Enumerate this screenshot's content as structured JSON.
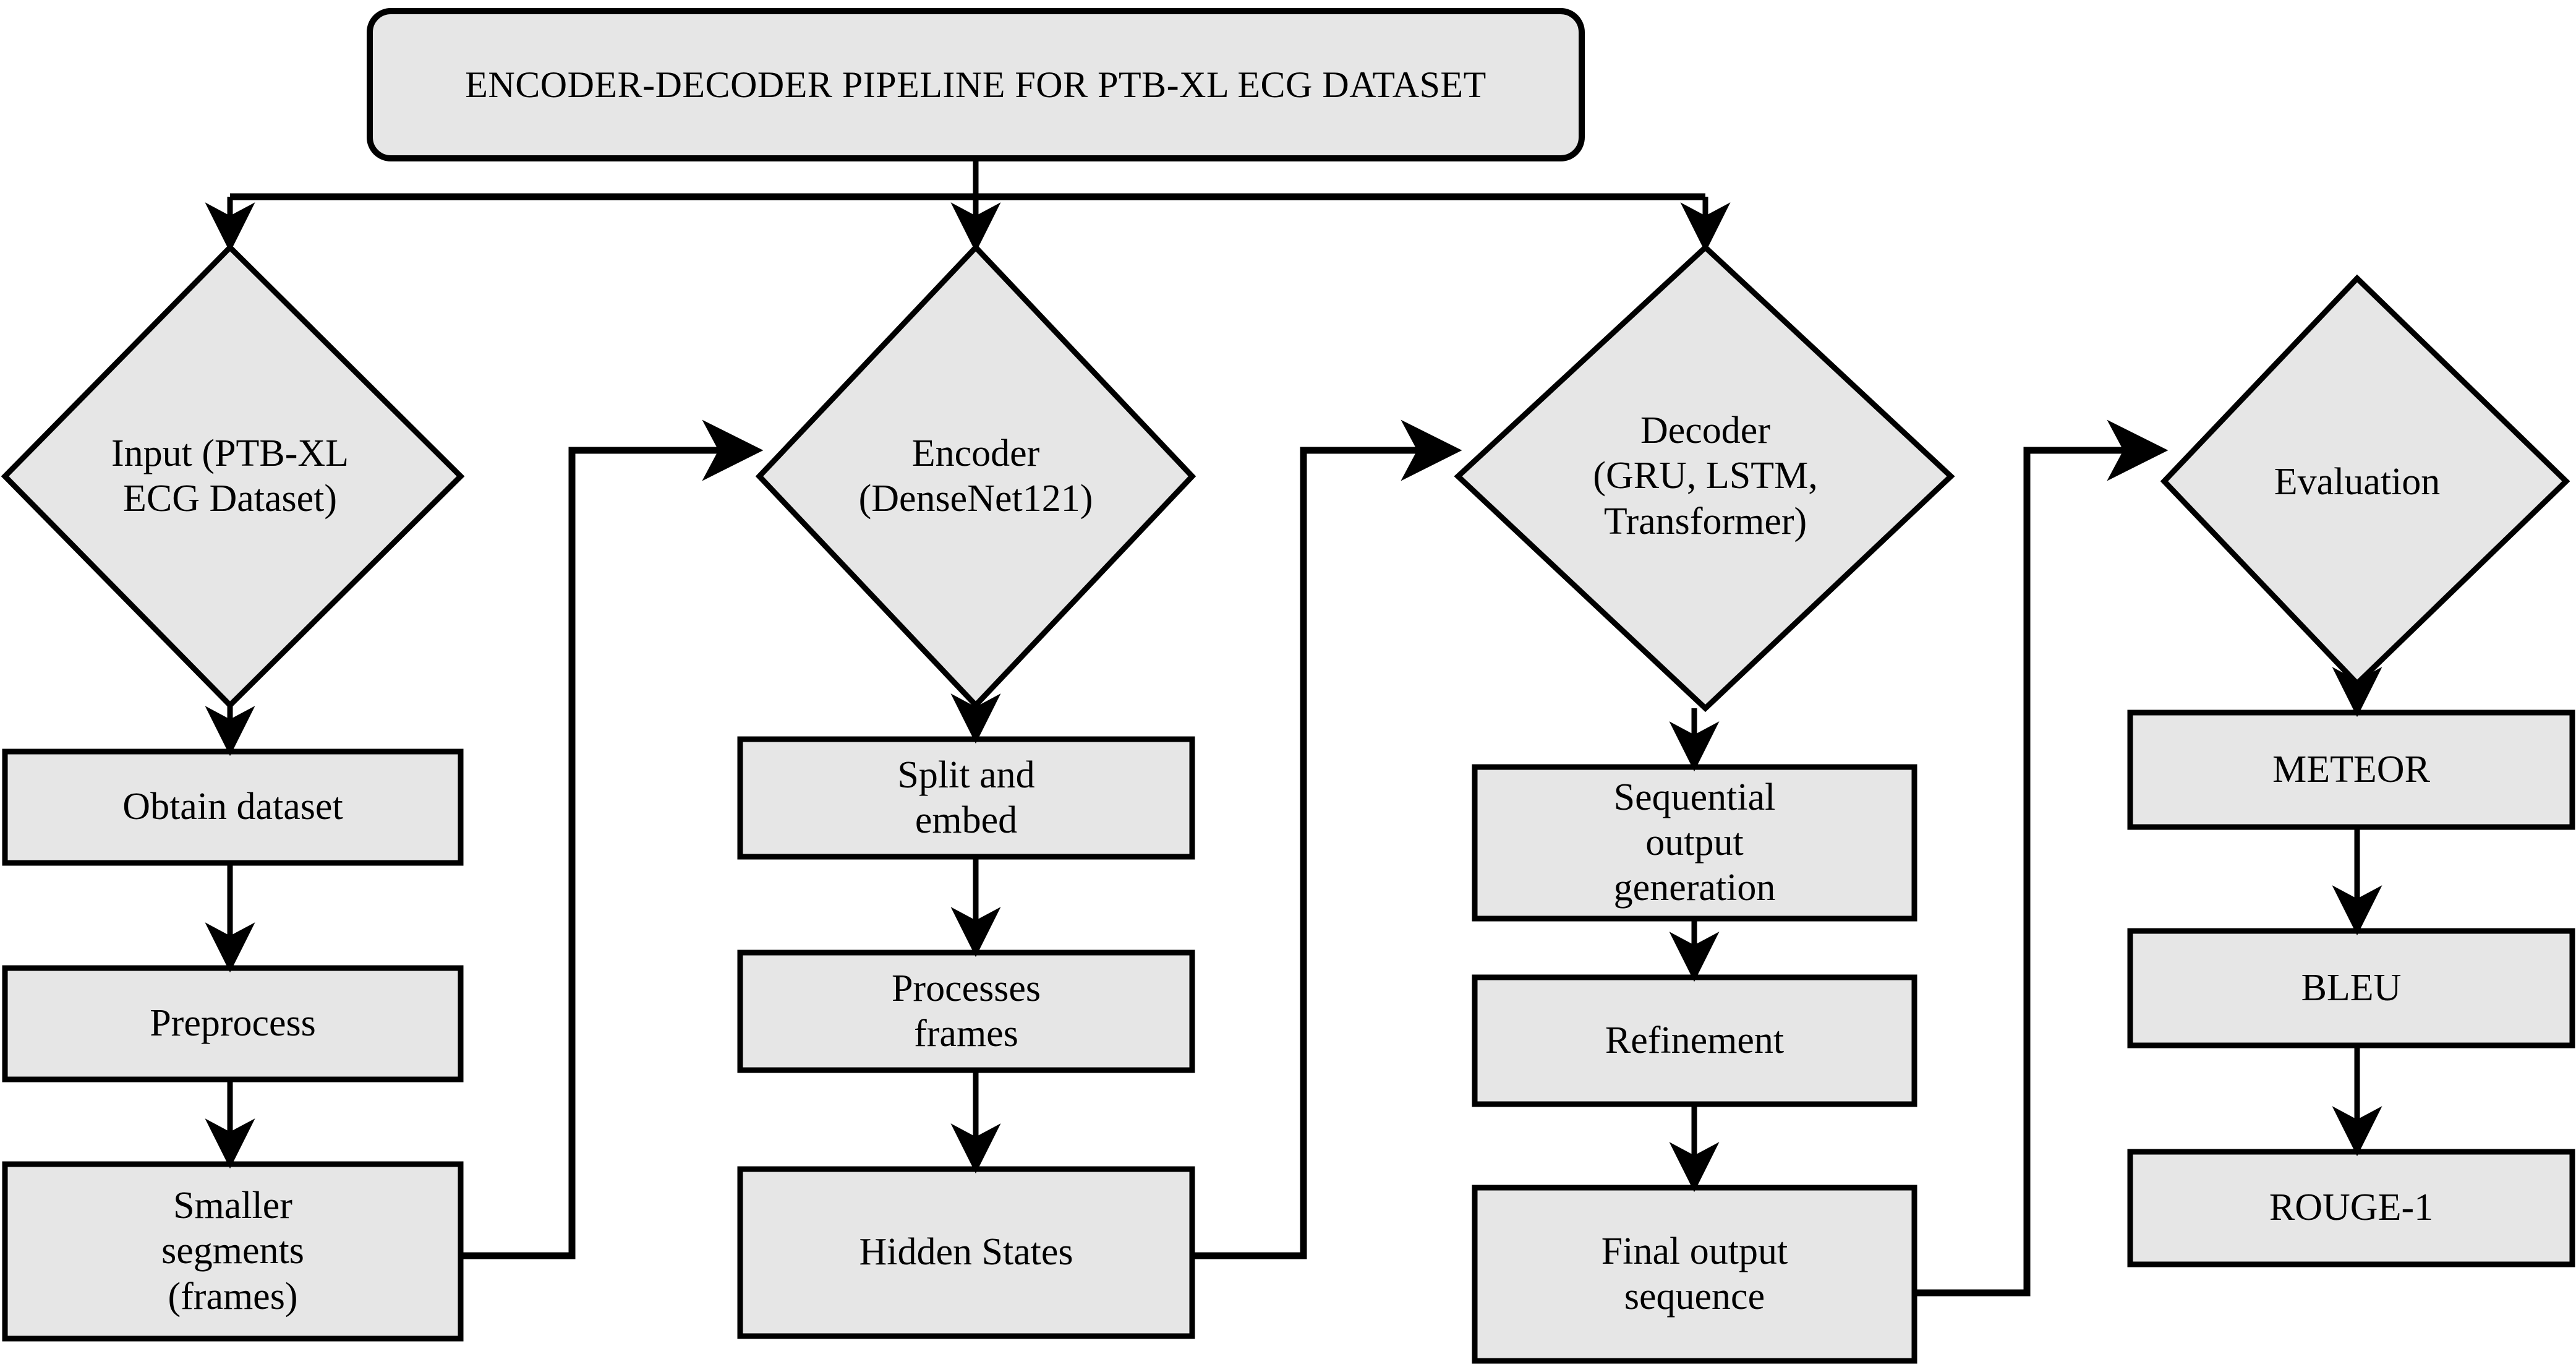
{
  "diagram": {
    "title": "ENCODER-DECODER PIPELINE FOR PTB-XL ECG DATASET",
    "colors": {
      "node_fill": "#e6e6e6",
      "node_stroke": "#000000",
      "edge_stroke": "#000000",
      "background": "#ffffff",
      "text": "#000000"
    },
    "stages": [
      {
        "id": "input",
        "shape": "diamond",
        "label": "Input (PTB-XL\nECG Dataset)",
        "steps": [
          {
            "id": "obtain-dataset",
            "label": "Obtain dataset"
          },
          {
            "id": "preprocess",
            "label": "Preprocess"
          },
          {
            "id": "smaller-segments",
            "label": "Smaller\nsegments\n(frames)"
          }
        ]
      },
      {
        "id": "encoder",
        "shape": "diamond",
        "label": "Encoder\n(DenseNet121)",
        "steps": [
          {
            "id": "split-and-embed",
            "label": "Split and\nembed"
          },
          {
            "id": "processes-frames",
            "label": "Processes\nframes"
          },
          {
            "id": "hidden-states",
            "label": "Hidden States"
          }
        ]
      },
      {
        "id": "decoder",
        "shape": "diamond",
        "label": "Decoder\n(GRU, LSTM,\nTransformer)",
        "steps": [
          {
            "id": "sequential-output-generation",
            "label": "Sequential\noutput\ngeneration"
          },
          {
            "id": "refinement",
            "label": "Refinement"
          },
          {
            "id": "final-output-sequence",
            "label": "Final output\nsequence"
          }
        ]
      },
      {
        "id": "evaluation",
        "shape": "diamond",
        "label": "Evaluation",
        "steps": [
          {
            "id": "meteor",
            "label": "METEOR"
          },
          {
            "id": "bleu",
            "label": "BLEU"
          },
          {
            "id": "rouge-1",
            "label": "ROUGE-1"
          }
        ]
      }
    ]
  }
}
